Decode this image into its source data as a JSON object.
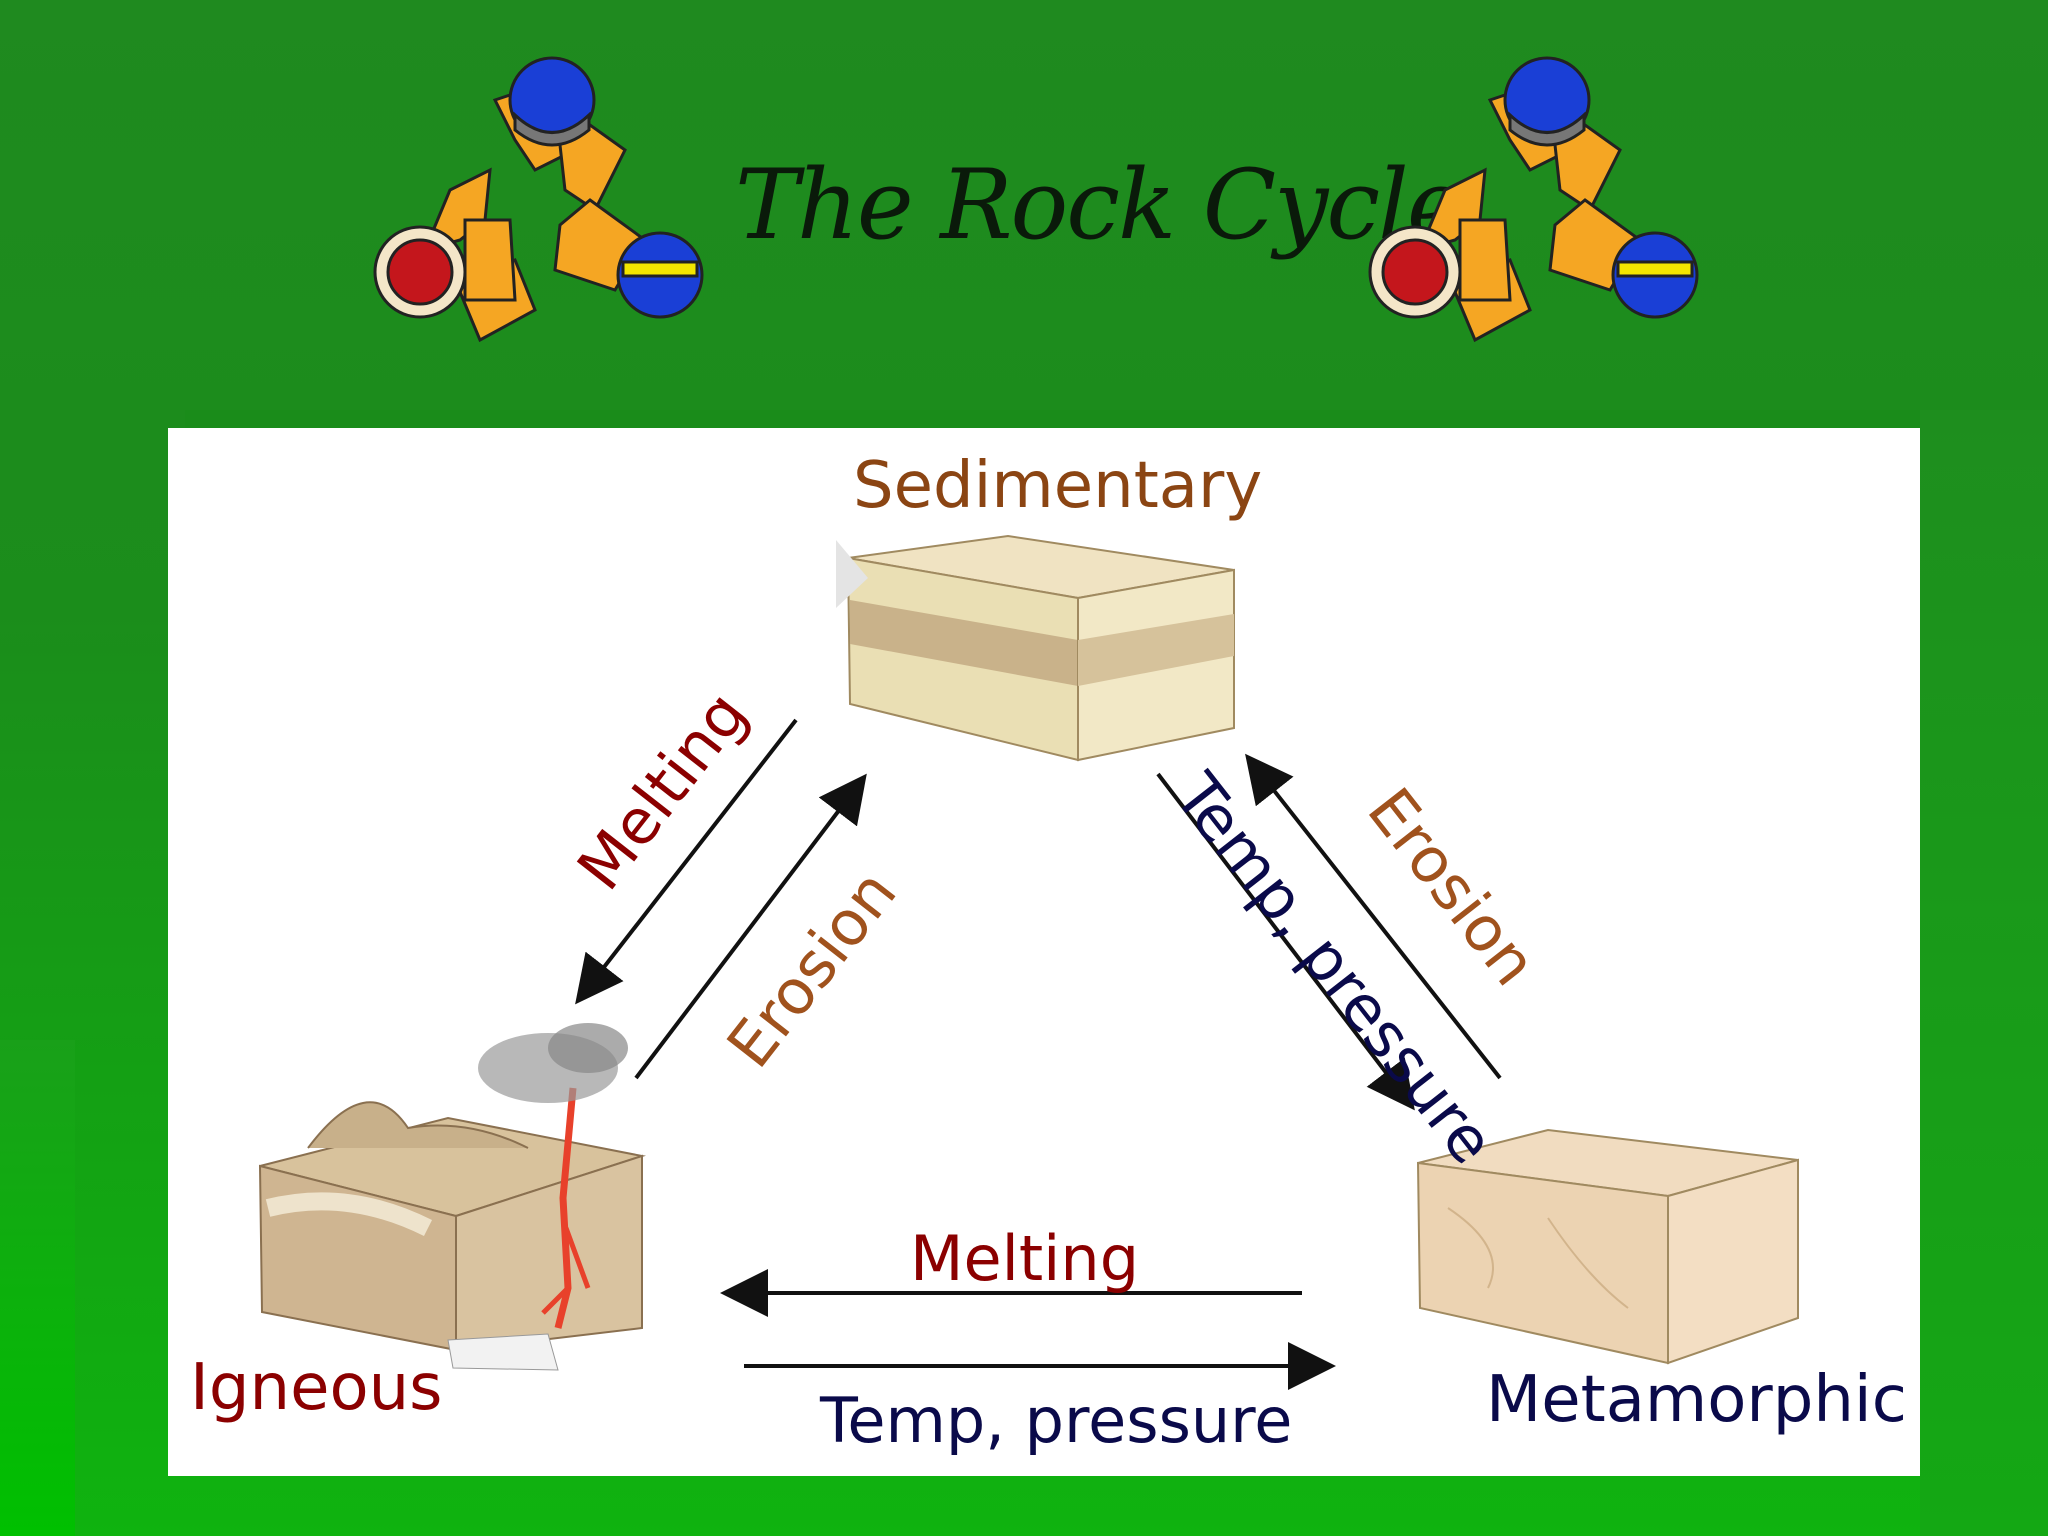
{
  "title": "The Rock Cycle",
  "colors": {
    "sedimentary": "#8b4513",
    "igneous": "#8b0000",
    "metamorphic": "#0a0a4a",
    "melting": "#8b0000",
    "erosion": "#a0521d",
    "temp_pressure": "#0a0a4a"
  },
  "diagram": {
    "nodes": {
      "sedimentary": "Sedimentary",
      "igneous": "Igneous",
      "metamorphic": "Metamorphic"
    },
    "edges": {
      "sed_to_ign": "Melting",
      "ign_to_sed": "Erosion",
      "sed_to_met": "Temp, pressure",
      "met_to_sed": "Erosion",
      "met_to_ign": "Melting",
      "ign_to_met": "Temp, pressure"
    }
  },
  "icons": [
    "rock-cycle-logo-icon",
    "sedimentary-block-icon",
    "igneous-volcano-block-icon",
    "metamorphic-block-icon"
  ]
}
